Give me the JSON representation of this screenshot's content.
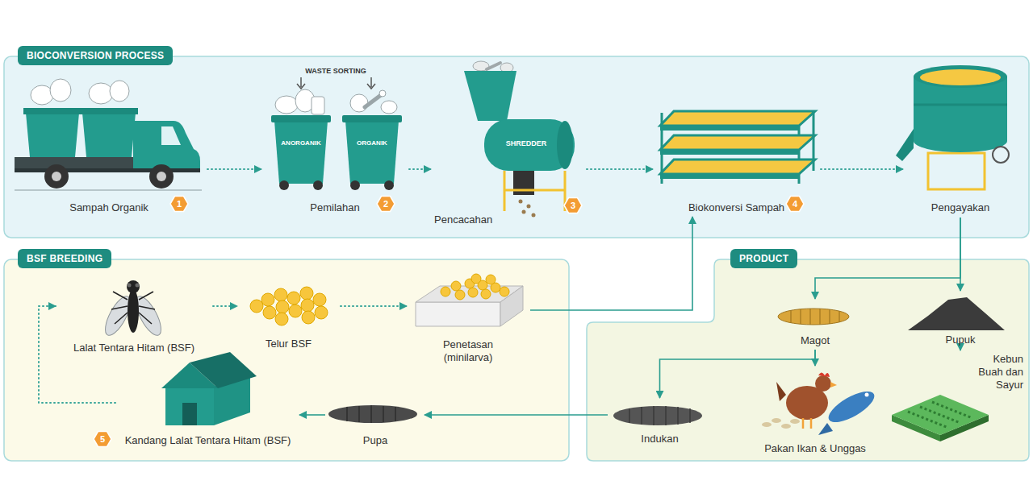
{
  "diagram": {
    "nodes": [
      {
        "text": [
          "BIOCONVERSION PROCESS"
        ]
      },
      {
        "text": [
          "Sampah Organik"
        ],
        "in": 0
      },
      {
        "text": [
          "Pemilahan"
        ],
        "in": 0
      },
      {
        "text": [
          "Pencacahan"
        ],
        "in": 0
      },
      {
        "text": [
          "Biokonversi Sampah"
        ],
        "in": 0
      },
      {
        "text": [
          "Pengayakan"
        ],
        "in": 0
      },
      {
        "text": [
          "BSF BREEDING"
        ]
      },
      {
        "text": [
          "Lalat Tentara Hitam (BSF)"
        ],
        "in": 6
      },
      {
        "text": [
          "Telur BSF"
        ],
        "in": 6
      },
      {
        "text": [
          "Penetasan (minilarva)"
        ],
        "in": 6
      },
      {
        "text": [
          "Pupa"
        ],
        "in": 6
      },
      {
        "text": [
          "Kandang Lalat Tentara Hitam (BSF)"
        ],
        "in": 6
      },
      {
        "text": [
          "PRODUCT"
        ]
      },
      {
        "text": [
          "Magot"
        ],
        "in": 12
      },
      {
        "text": [
          "Pupuk"
        ],
        "in": 12
      },
      {
        "text": [
          "Indukan"
        ],
        "in": 12
      },
      {
        "text": [
          "Pakan Ikan & Unggas"
        ],
        "in": 12
      },
      {
        "text": [
          "Kebun Buah dan Sayur"
        ],
        "in": 12
      }
    ],
    "edges": [
      {
        "from": 1,
        "to": 2,
        "arrow": "to"
      },
      {
        "from": 2,
        "to": 3,
        "arrow": "to"
      },
      {
        "from": 3,
        "to": 4,
        "arrow": "to"
      },
      {
        "from": 4,
        "to": 5,
        "arrow": "to"
      },
      {
        "from": 5,
        "to": 13,
        "arrow": "to"
      },
      {
        "from": 5,
        "to": 14,
        "arrow": "to"
      },
      {
        "from": 13,
        "to": 15,
        "arrow": "to"
      },
      {
        "from": 13,
        "to": 16,
        "arrow": "to"
      },
      {
        "from": 14,
        "to": 17,
        "arrow": "to"
      },
      {
        "from": 15,
        "to": 10,
        "arrow": "to"
      },
      {
        "from": 10,
        "to": 11,
        "arrow": "to"
      },
      {
        "from": 11,
        "to": 7,
        "arrow": "to"
      },
      {
        "from": 7,
        "to": 8,
        "arrow": "to"
      },
      {
        "from": 8,
        "to": 9,
        "arrow": "to"
      },
      {
        "from": 9,
        "to": 4,
        "arrow": "to"
      }
    ],
    "labels": [
      "WASTE SORTING",
      "ANORGANIK",
      "ORGANIK",
      "SHREDDER",
      "1",
      "2",
      "3",
      "4",
      "5"
    ]
  }
}
